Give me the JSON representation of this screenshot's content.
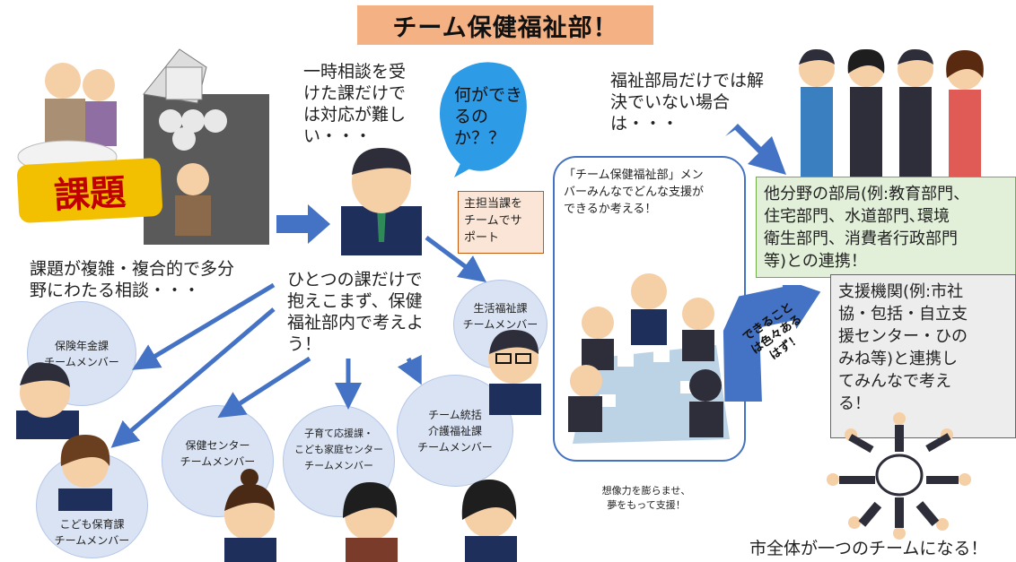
{
  "title": "チーム保健福祉部！",
  "problem_word": "課題",
  "problem_text": [
    "課題が複雑・複合的で多分",
    "野にわたる相談・・・"
  ],
  "consult_text": [
    "一時相談を受",
    "けた課だけで",
    "は対応が難し",
    "い・・・"
  ],
  "cloud_text": [
    "何ができ",
    "るの",
    "か？？"
  ],
  "one_dept_text": [
    "ひとつの課だけで",
    "抱えこまず、保健",
    "福祉部内で考えよ",
    "う！"
  ],
  "support_box": [
    "主担当課を",
    "チームでサ",
    "ポート"
  ],
  "meeting_text": [
    "「チーム保健福祉部」メン",
    "バーみんなでどんな支援が",
    "できるか考える！"
  ],
  "imagine_text": [
    "想像力を膨らませ、",
    "夢をもって支援！"
  ],
  "welfare_only_text": [
    "福祉部局だけでは解",
    "決でいない場合",
    "は・・・"
  ],
  "green_box": [
    "他分野の部局(例:教育部門、",
    "住宅部門、水道部門､環境",
    "衛生部門、消費者行政部門",
    "等)との連携！"
  ],
  "gray_box": [
    "支援機関(例:市社",
    "協・包括・自立支",
    "援センター・ひの",
    "みね等)と連携し",
    "てみんなで考え",
    "る！"
  ],
  "arrow_text": [
    "できること",
    "は色々ある",
    "はず！"
  ],
  "bottom_text": "市全体が一つのチームになる！",
  "teams": {
    "pension": [
      "保険年金課",
      "チームメンバー"
    ],
    "childcare": [
      "こども保育課",
      "チームメンバー"
    ],
    "health_center": [
      "保健センター",
      "チームメンバー"
    ],
    "child_support": [
      "子育て応援課・",
      "こども家庭センター",
      "チームメンバー"
    ],
    "care": [
      "チーム統括",
      "介護福祉課",
      "チームメンバー"
    ],
    "livelihood": [
      "生活福祉課",
      "チームメンバー"
    ]
  },
  "colors": {
    "title_bg": "#f4b183",
    "circle": "#dae3f3",
    "arrow": "#4472c4",
    "green_box": "#e2f0d9",
    "gray_box": "#ededed",
    "support_box": "#fbe5d6",
    "cloud": "#2e9be6"
  }
}
